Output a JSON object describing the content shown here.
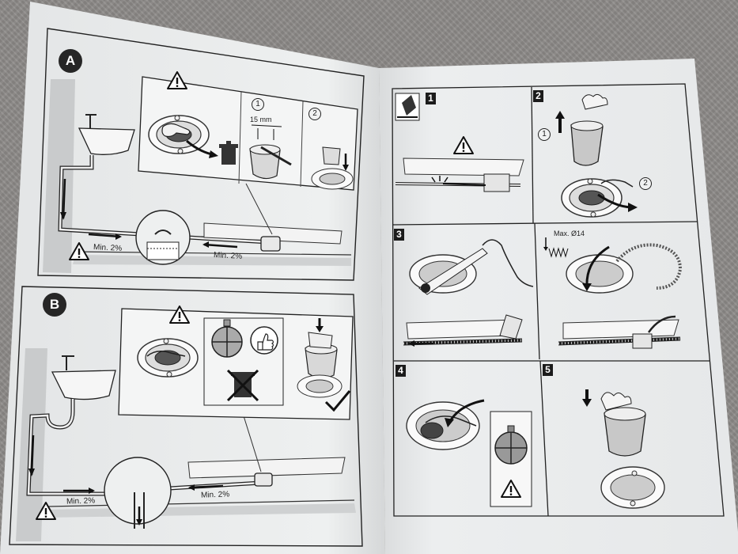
{
  "sections": {
    "a_label": "A",
    "b_label": "B"
  },
  "left_page": {
    "a_dimension": "15 mm",
    "a_step1": "1",
    "a_step2": "2",
    "a_slope_left": "Min. 2%",
    "a_slope_right": "Min. 2%",
    "b_slope_left": "Min. 2%",
    "b_slope_right": "Min. 2%"
  },
  "right_page": {
    "steps": [
      "1",
      "2",
      "3",
      "4",
      "5"
    ],
    "step2_sub1": "1",
    "step2_sub2": "2",
    "step3_max_label": "Max. Ø14"
  },
  "icons": [
    "warning-triangle-icon",
    "trash-bin-icon",
    "thumbs-up-icon",
    "check-mark-icon",
    "arrow-down-icon"
  ],
  "colors": {
    "paper": "#eceeee",
    "ink": "#1c1c1c",
    "fabric": "#8e8b89"
  }
}
